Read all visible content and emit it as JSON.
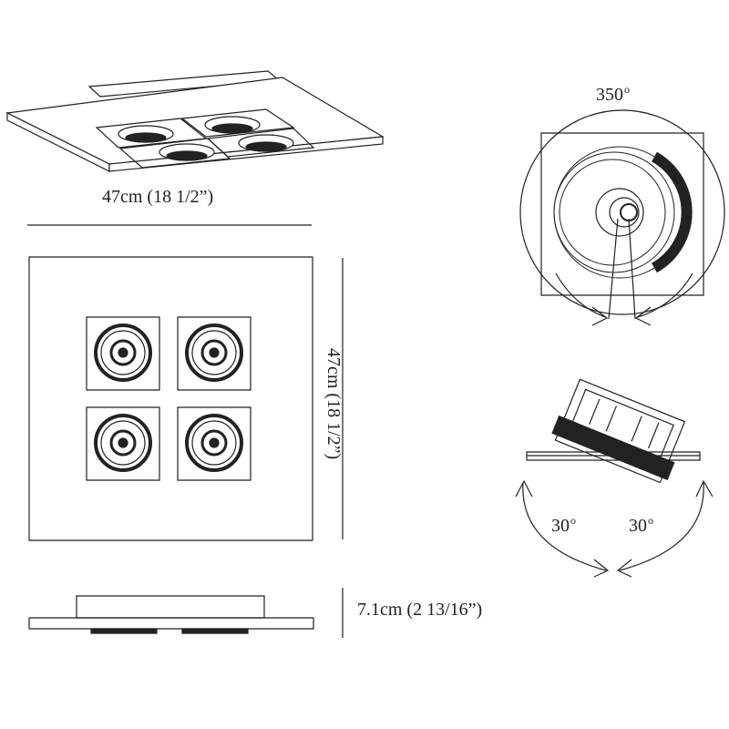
{
  "dimensions": {
    "width": "47cm (18 1/2”)",
    "height": "47cm (18 1/2”)",
    "depth": "7.1cm (2 13/16”)"
  },
  "angles": {
    "rotation_value": "350",
    "tilt_left_value": "30",
    "tilt_right_value": "30",
    "degree_mark": "o"
  },
  "colors": {
    "line": "#222222",
    "background": "#ffffff"
  }
}
